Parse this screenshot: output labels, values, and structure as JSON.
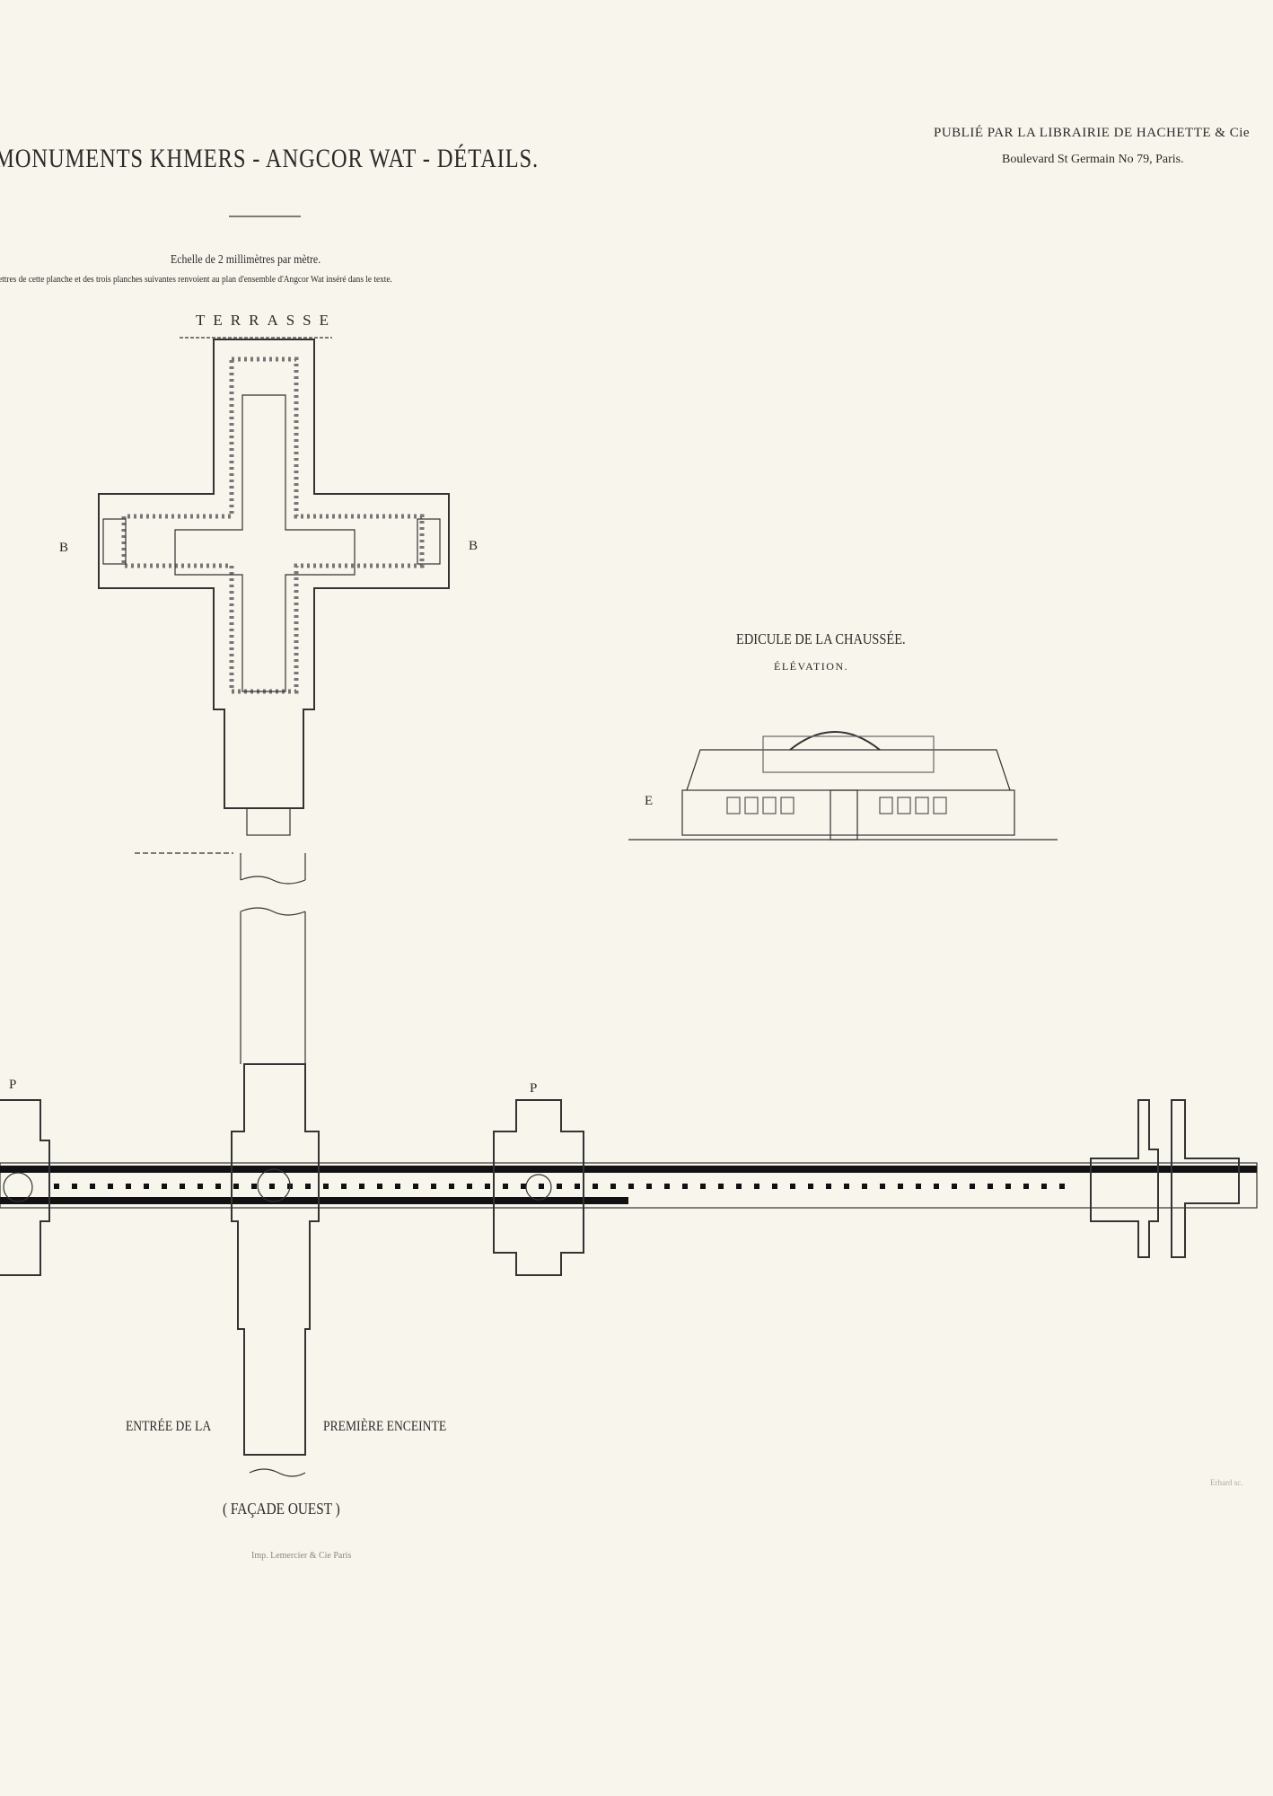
{
  "header": {
    "title": "MONUMENTS KHMERS - ANGCOR WAT - DÉTAILS.",
    "publisher_line1": "PUBLIÉ PAR LA LIBRAIRIE DE HACHETTE & Cie",
    "publisher_line2": "Boulevard St Germain No 79, Paris."
  },
  "scale": {
    "text": "Echelle de 2 millimètres par mètre.",
    "note": "ettres de cette planche et des trois planches suivantes renvoient au plan d'ensemble d'Angcor Wat inséré dans le texte."
  },
  "plan_top": {
    "label": "TERRASSE",
    "marker_left": "B",
    "marker_right": "B"
  },
  "elevation": {
    "title": "EDICULE DE LA CHAUSSÉE.",
    "subtitle": "ÉLÉVATION.",
    "marker": "E"
  },
  "plan_bottom": {
    "marker_p1": "P",
    "marker_p2": "P",
    "caption_left": "ENTRÉE DE LA",
    "caption_right": "PREMIÈRE ENCEINTE",
    "caption_sub": "( FAÇADE OUEST )"
  },
  "credits": {
    "printer": "Imp. Lemercier & Cie Paris",
    "engraver": "Erhard sc."
  }
}
